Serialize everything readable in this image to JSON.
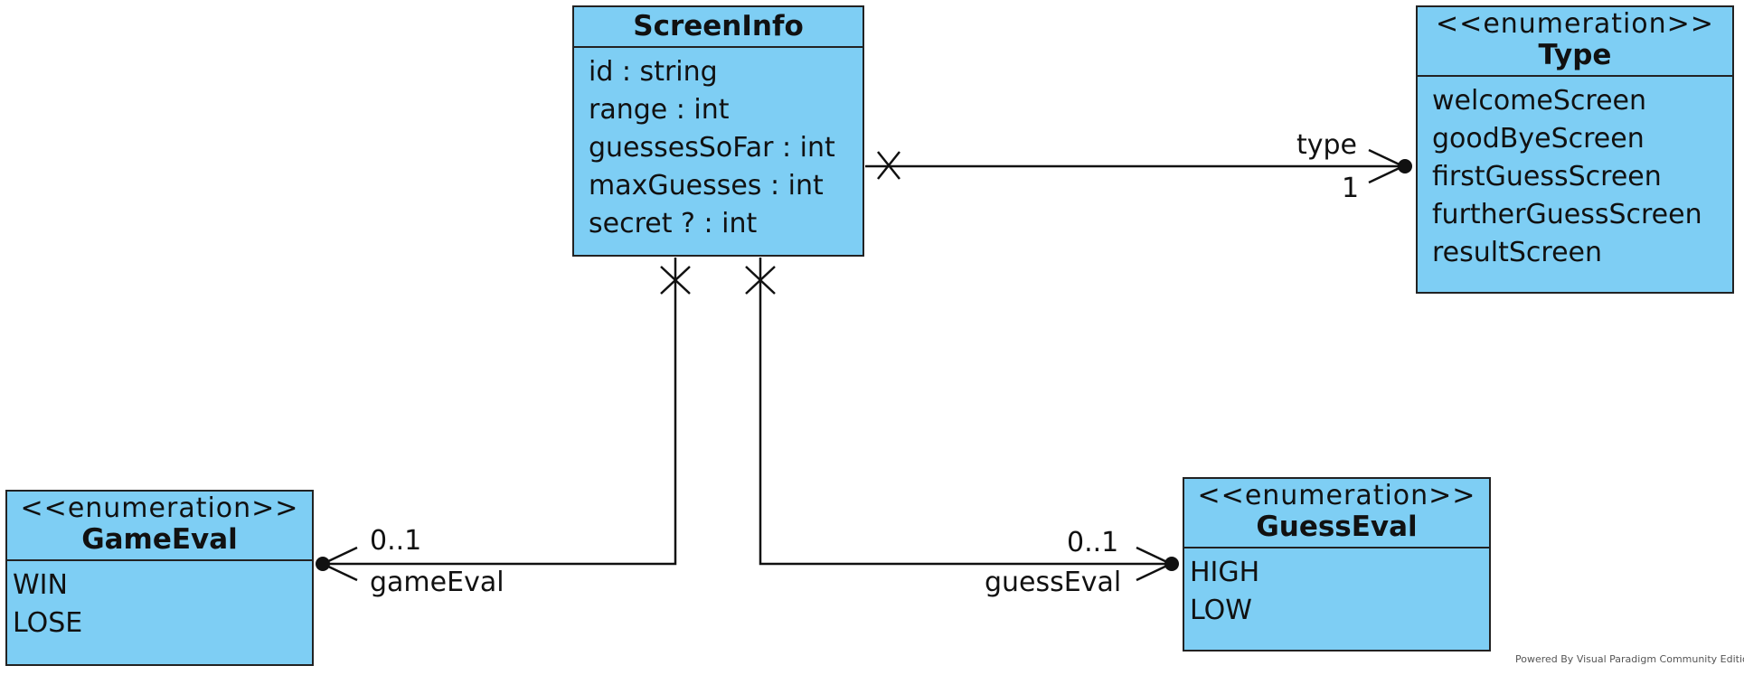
{
  "classes": {
    "screen_info": {
      "name": "ScreenInfo",
      "attributes": [
        "id : string",
        "range : int",
        "guessesSoFar : int",
        "maxGuesses : int",
        "secret ? : int"
      ]
    },
    "type": {
      "stereotype": "<<enumeration>>",
      "name": "Type",
      "literals": [
        "welcomeScreen",
        "goodByeScreen",
        "firstGuessScreen",
        "furtherGuessScreen",
        "resultScreen"
      ]
    },
    "game_eval": {
      "stereotype": "<<enumeration>>",
      "name": "GameEval",
      "literals": [
        "WIN",
        "LOSE"
      ]
    },
    "guess_eval": {
      "stereotype": "<<enumeration>>",
      "name": "GuessEval",
      "literals": [
        "HIGH",
        "LOW"
      ]
    }
  },
  "associations": {
    "type": {
      "role": "type",
      "multiplicity": "1"
    },
    "game_eval": {
      "role": "gameEval",
      "multiplicity": "0..1"
    },
    "guess_eval": {
      "role": "guessEval",
      "multiplicity": "0..1"
    }
  },
  "colors": {
    "class_fill": "#7ecef4",
    "line": "#111111"
  },
  "footer": {
    "text": "Powered By Visual Paradigm Community Edition"
  }
}
